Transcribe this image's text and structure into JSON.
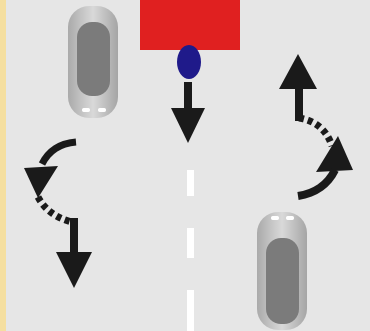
{
  "colors": {
    "road": "#e6e6e6",
    "left_edge": "#f5dfa0",
    "lane_marking": "#ffffff",
    "arrow": "#1a1a1a",
    "car_body": "#c6c6c6",
    "car_roof": "#7b7b7b",
    "red_block": "#e02020",
    "blue_marker": "#1f1a8a"
  },
  "vehicles": [
    {
      "name": "car-top-left",
      "direction": "down"
    },
    {
      "name": "car-bottom-right",
      "direction": "up"
    }
  ],
  "maneuvers": [
    {
      "name": "center-down-arrow",
      "kind": "straight",
      "direction": "down"
    },
    {
      "name": "left-u-turn-arrow",
      "kind": "u-turn",
      "direction": "down"
    },
    {
      "name": "right-u-turn-arrow",
      "kind": "u-turn",
      "direction": "up"
    }
  ]
}
